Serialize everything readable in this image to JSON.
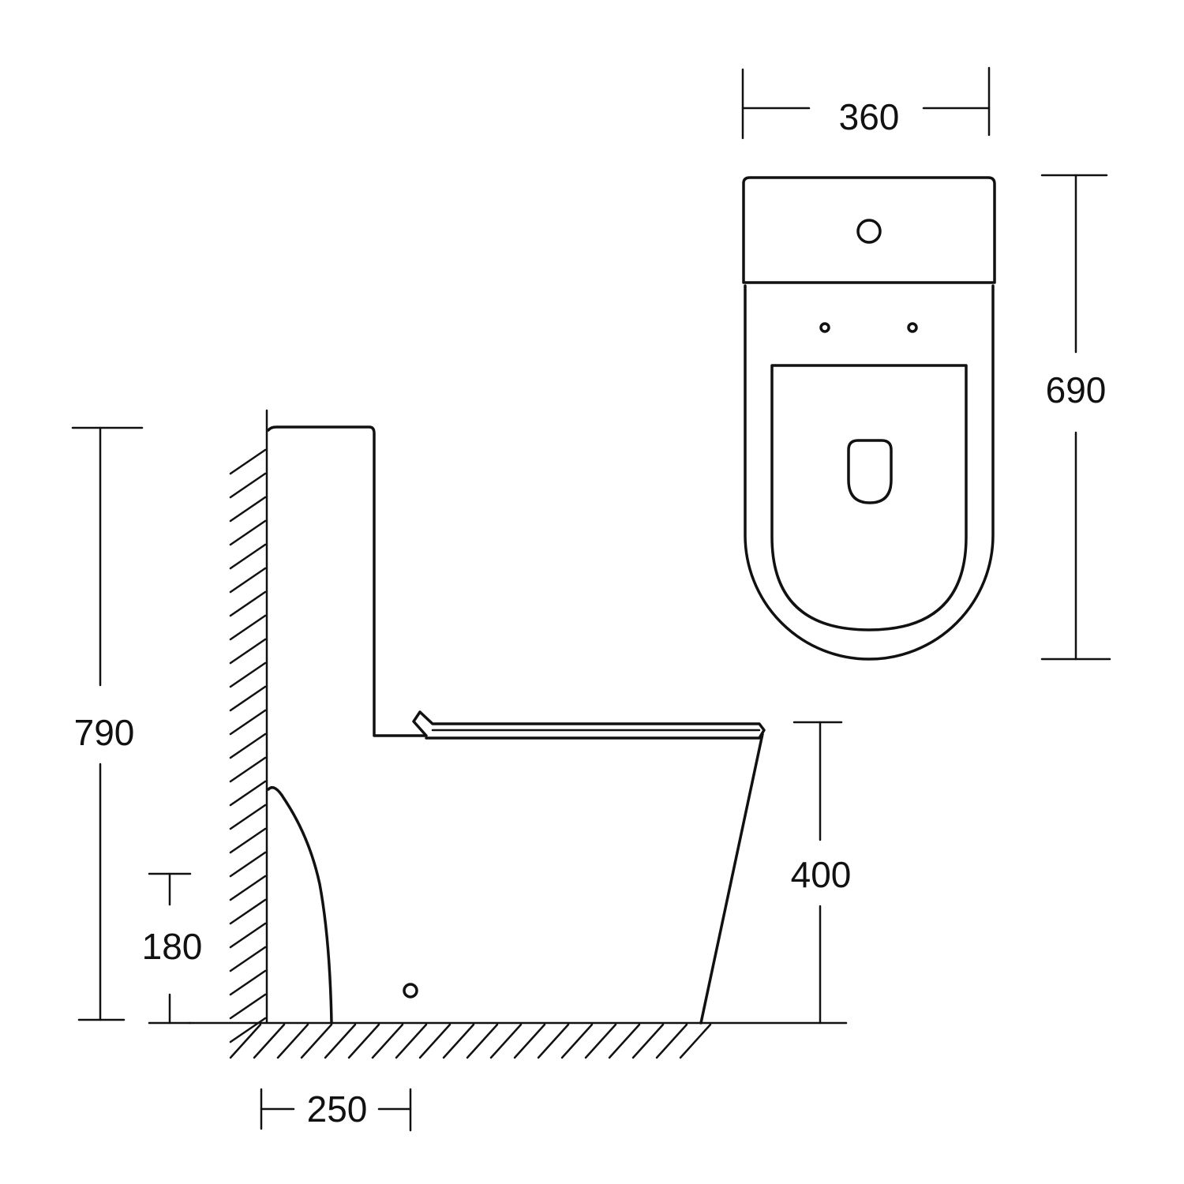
{
  "dimensions": {
    "top_width": "360",
    "top_length": "690",
    "overall_height": "790",
    "seat_height": "400",
    "outlet_height": "180",
    "outlet_offset": "250"
  },
  "colors": {
    "line": "#111111",
    "background": "#ffffff"
  }
}
